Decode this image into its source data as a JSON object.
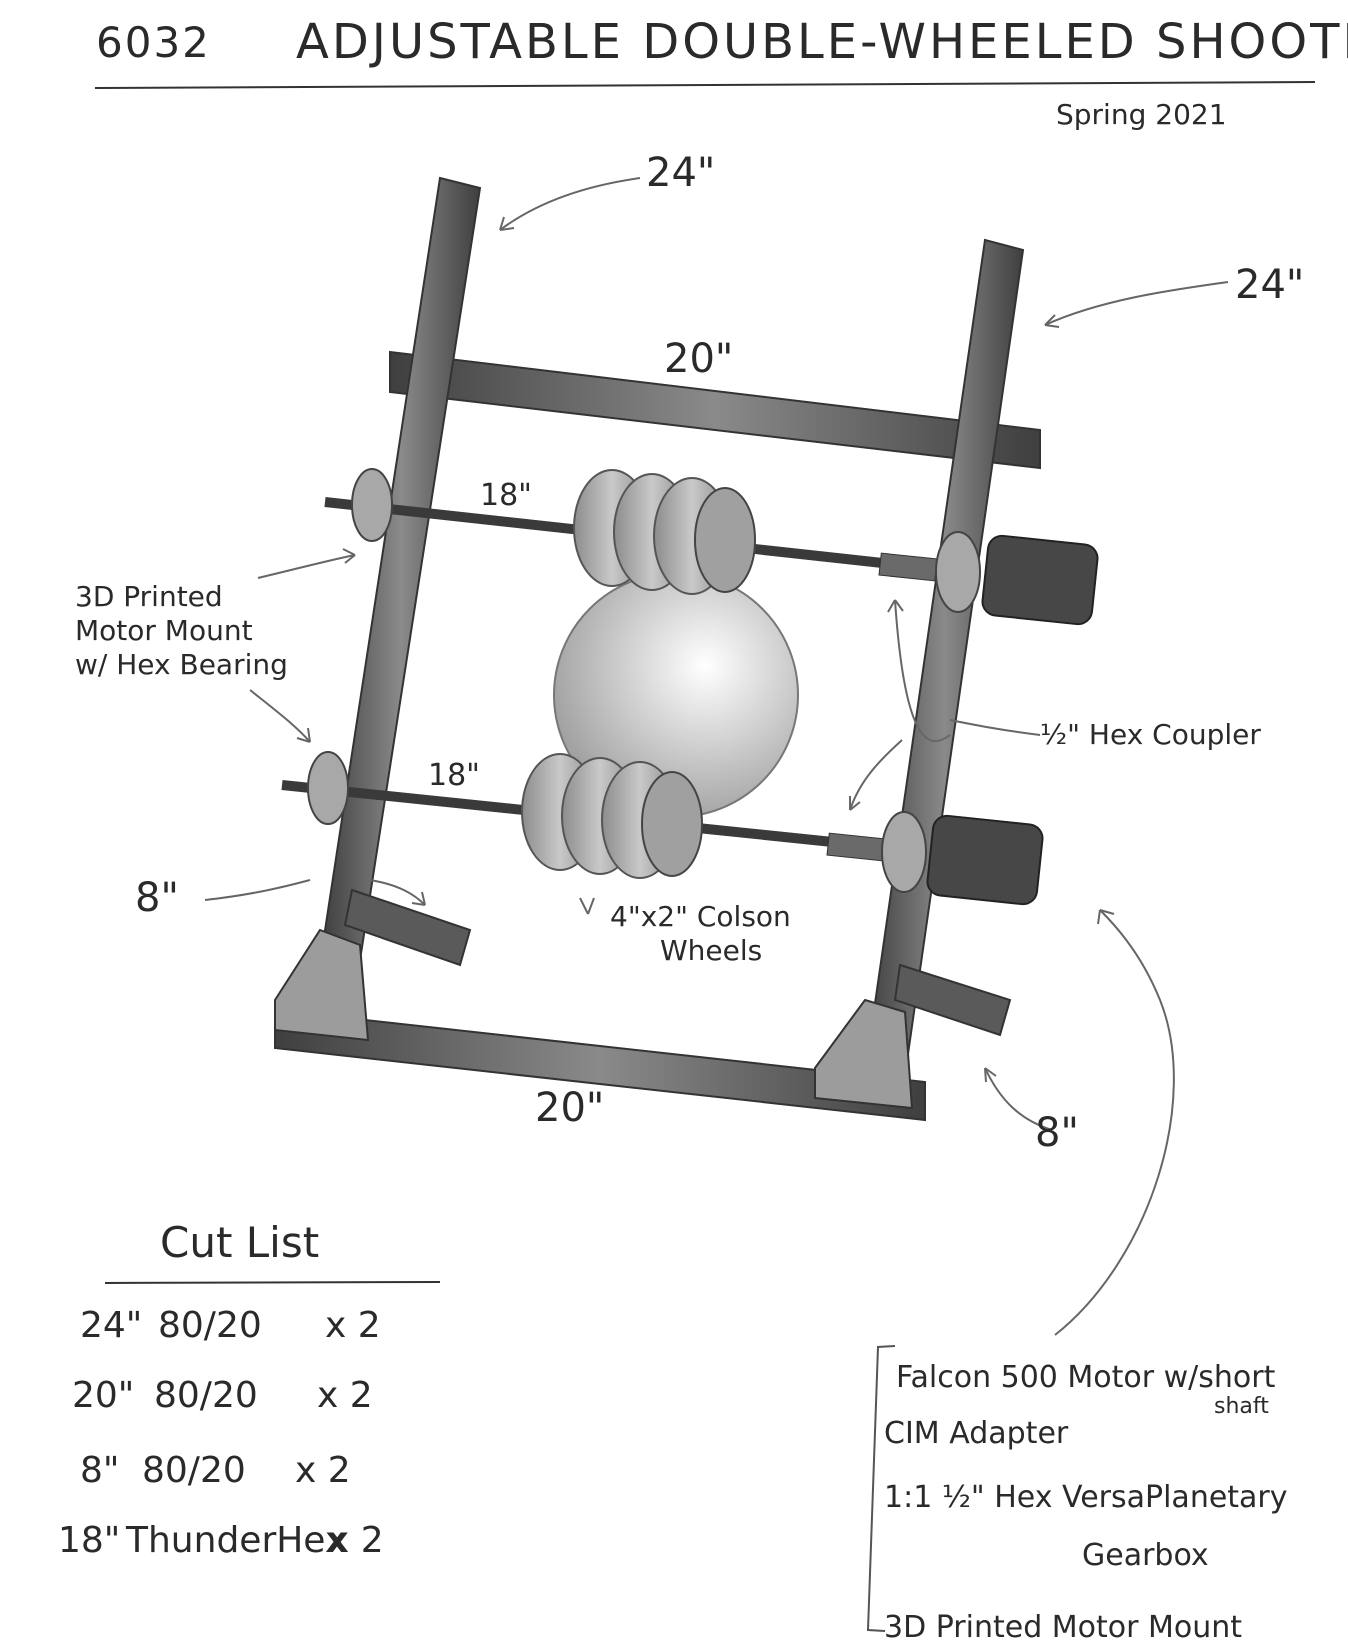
{
  "header": {
    "team": "6032",
    "title": "ADJUSTABLE DOUBLE-WHEELED SHOOTER",
    "date": "Spring 2021"
  },
  "dimensions": {
    "left_upright": "24\"",
    "right_upright": "24\"",
    "top_crossbar": "20\"",
    "bottom_crossbar": "20\"",
    "upper_shaft": "18\"",
    "lower_shaft": "18\"",
    "left_brace": "8\"",
    "right_brace": "8\""
  },
  "notes": {
    "motor_mount": [
      "3D Printed",
      "Motor Mount",
      "w/ Hex Bearing"
    ],
    "hex_coupler": "½\" Hex Coupler",
    "wheels": [
      "4\"x2\" Colson",
      "Wheels"
    ]
  },
  "cut_list": {
    "title": "Cut List",
    "rows": [
      {
        "length": "24\"",
        "material": "80/20",
        "qty": "x 2"
      },
      {
        "length": "20\"",
        "material": "80/20",
        "qty": "x 2"
      },
      {
        "length": "8\"",
        "material": "80/20",
        "qty": "x 2"
      },
      {
        "length": "18\"",
        "material": "ThunderHex",
        "qty": "x 2"
      }
    ]
  },
  "motor_parts": {
    "line1": "Falcon 500 Motor w/short",
    "line1b": "shaft",
    "line2": "CIM Adapter",
    "line3": "1:1  ½\" Hex VersaPlanetary",
    "line3b": "Gearbox",
    "line4": "3D Printed Motor Mount"
  },
  "colors": {
    "ink": "#2a2a2a",
    "frame": "#555555",
    "wheel": "#b5b5b5",
    "ball": "#cfcfcf",
    "motor": "#444444"
  }
}
